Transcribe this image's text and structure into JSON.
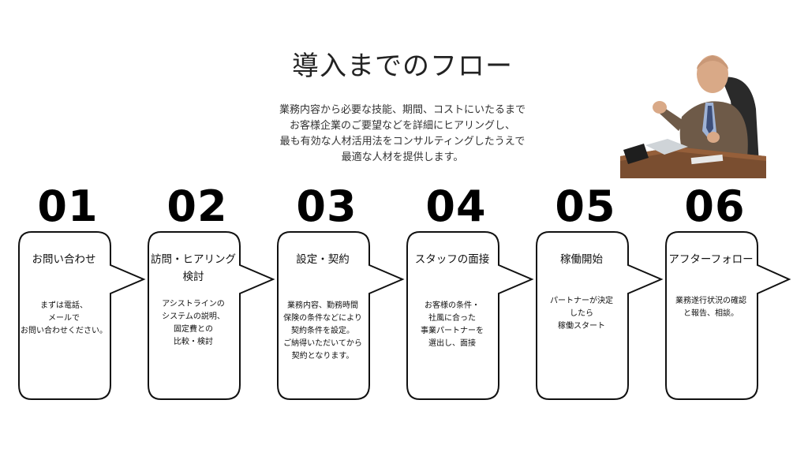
{
  "title": "導入までのフロー",
  "intro_lines": [
    "業務内容から必要な技能、期間、コストにいたるまで",
    "お客様企業のご要望などを詳細にヒアリングし、",
    "最も有効な人材活用法をコンサルティングしたうえで",
    "最適な人材を提供します。"
  ],
  "steps": [
    {
      "num": "01",
      "title_lines": [
        "お問い合わせ"
      ],
      "desc_lines": [
        "まずは電話、",
        "メールで",
        "お問い合わせください。"
      ]
    },
    {
      "num": "02",
      "title_lines": [
        "訪問・ヒアリング",
        "検討"
      ],
      "desc_lines": [
        "アシストラインの",
        "システムの説明、",
        "固定費との",
        "比較・検討"
      ]
    },
    {
      "num": "03",
      "title_lines": [
        "設定・契約"
      ],
      "desc_lines": [
        "業務内容、勤務時間",
        "保険の条件などにより",
        "契約条件を設定。",
        "ご納得いただいてから",
        "契約となります。"
      ]
    },
    {
      "num": "04",
      "title_lines": [
        "スタッフの面接"
      ],
      "desc_lines": [
        "お客様の条件・",
        "社風に合った",
        "事業パートナーを",
        "選出し、面接"
      ]
    },
    {
      "num": "05",
      "title_lines": [
        "稼働開始"
      ],
      "desc_lines": [
        "パートナーが決定",
        "したら",
        "稼働スタート"
      ]
    },
    {
      "num": "06",
      "title_lines": [
        "アフターフォロー"
      ],
      "desc_lines": [
        "業務遂行状況の確認",
        "と報告、相談。"
      ]
    }
  ],
  "colors": {
    "text": "#111111",
    "bubble_stroke": "#111111",
    "background": "#ffffff"
  },
  "icons": {
    "photo": "presenter-photo"
  }
}
